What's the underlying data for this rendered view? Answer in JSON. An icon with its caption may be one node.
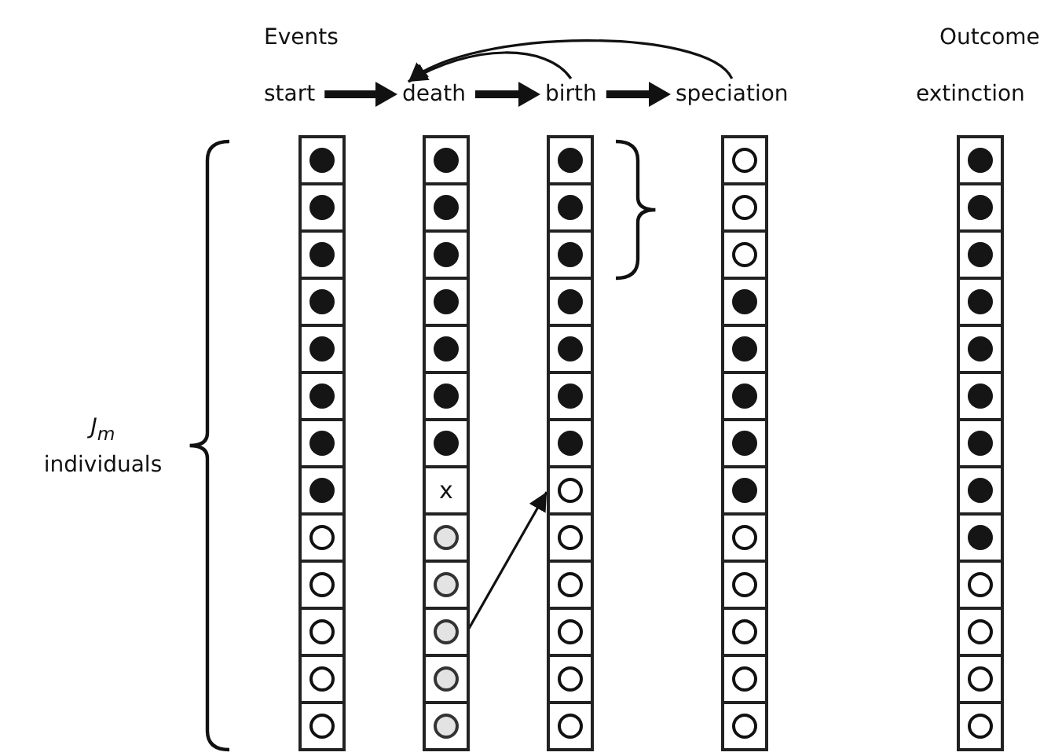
{
  "diagram": {
    "nodes": [
      {
        "text": [
          "start"
        ]
      },
      {
        "text": [
          "death"
        ]
      },
      {
        "text": [
          "birth"
        ]
      },
      {
        "text": [
          "speciation"
        ]
      },
      {
        "text": [
          "extinction"
        ]
      },
      {
        "text": [],
        "shape": "bar"
      },
      {
        "text": [],
        "shape": "bar"
      },
      {
        "text": [],
        "shape": "bar"
      },
      {
        "text": [],
        "shape": "bar"
      },
      {
        "text": [],
        "shape": "bar"
      },
      {
        "text": [],
        "shape": "circle",
        "in": 5
      },
      {
        "text": [],
        "shape": "circle",
        "in": 5
      },
      {
        "text": [],
        "shape": "circle",
        "in": 5
      },
      {
        "text": [],
        "shape": "circle",
        "in": 5
      },
      {
        "text": [],
        "shape": "circle",
        "in": 5
      },
      {
        "text": [],
        "shape": "circle",
        "in": 5
      },
      {
        "text": [],
        "shape": "circle",
        "in": 5
      },
      {
        "text": [],
        "shape": "circle",
        "in": 5
      },
      {
        "text": [],
        "shape": "circle",
        "in": 5
      },
      {
        "text": [],
        "shape": "circle",
        "in": 5
      },
      {
        "text": [],
        "shape": "circle",
        "in": 5
      },
      {
        "text": [],
        "shape": "circle",
        "in": 5
      },
      {
        "text": [],
        "shape": "circle",
        "in": 5
      },
      {
        "text": [],
        "shape": "circle",
        "in": 6
      },
      {
        "text": [],
        "shape": "circle",
        "in": 6
      },
      {
        "text": [],
        "shape": "circle",
        "in": 6
      },
      {
        "text": [],
        "shape": "circle",
        "in": 6
      },
      {
        "text": [],
        "shape": "circle",
        "in": 6
      },
      {
        "text": [],
        "shape": "circle",
        "in": 6
      },
      {
        "text": [],
        "shape": "circle",
        "in": 6
      },
      {
        "text": [
          "x"
        ],
        "in": 6
      },
      {
        "text": [],
        "shape": "circle",
        "in": 6
      },
      {
        "text": [],
        "shape": "circle",
        "in": 6
      },
      {
        "text": [],
        "shape": "circle",
        "in": 6
      },
      {
        "text": [],
        "shape": "circle",
        "in": 6
      },
      {
        "text": [],
        "shape": "circle",
        "in": 6
      },
      {
        "text": [],
        "shape": "circle",
        "in": 7
      },
      {
        "text": [],
        "shape": "circle",
        "in": 7
      },
      {
        "text": [],
        "shape": "circle",
        "in": 7
      },
      {
        "text": [],
        "shape": "circle",
        "in": 7
      },
      {
        "text": [],
        "shape": "circle",
        "in": 7
      },
      {
        "text": [],
        "shape": "circle",
        "in": 7
      },
      {
        "text": [],
        "shape": "circle",
        "in": 7
      },
      {
        "text": [],
        "shape": "circle",
        "in": 7
      },
      {
        "text": [],
        "shape": "circle",
        "in": 7
      },
      {
        "text": [],
        "shape": "circle",
        "in": 7
      },
      {
        "text": [],
        "shape": "circle",
        "in": 7
      },
      {
        "text": [],
        "shape": "circle",
        "in": 7
      },
      {
        "text": [],
        "shape": "circle",
        "in": 7
      },
      {
        "text": [],
        "shape": "circle",
        "in": 8
      },
      {
        "text": [],
        "shape": "circle",
        "in": 8
      },
      {
        "text": [],
        "shape": "circle",
        "in": 8
      },
      {
        "text": [],
        "shape": "circle",
        "in": 8
      },
      {
        "text": [],
        "shape": "circle",
        "in": 8
      },
      {
        "text": [],
        "shape": "circle",
        "in": 8
      },
      {
        "text": [],
        "shape": "circle",
        "in": 8
      },
      {
        "text": [],
        "shape": "circle",
        "in": 8
      },
      {
        "text": [],
        "shape": "circle",
        "in": 8
      },
      {
        "text": [],
        "shape": "circle",
        "in": 8
      },
      {
        "text": [],
        "shape": "circle",
        "in": 8
      },
      {
        "text": [],
        "shape": "circle",
        "in": 8
      },
      {
        "text": [],
        "shape": "circle",
        "in": 8
      },
      {
        "text": [],
        "shape": "circle",
        "in": 9
      },
      {
        "text": [],
        "shape": "circle",
        "in": 9
      },
      {
        "text": [],
        "shape": "circle",
        "in": 9
      },
      {
        "text": [],
        "shape": "circle",
        "in": 9
      },
      {
        "text": [],
        "shape": "circle",
        "in": 9
      },
      {
        "text": [],
        "shape": "circle",
        "in": 9
      },
      {
        "text": [],
        "shape": "circle",
        "in": 9
      },
      {
        "text": [],
        "shape": "circle",
        "in": 9
      },
      {
        "text": [],
        "shape": "circle",
        "in": 9
      },
      {
        "text": [],
        "shape": "circle",
        "in": 9
      },
      {
        "text": [],
        "shape": "circle",
        "in": 9
      },
      {
        "text": [],
        "shape": "circle",
        "in": 9
      },
      {
        "text": [],
        "shape": "circle",
        "in": 9
      }
    ],
    "edges": [
      {
        "from": 0,
        "to": 1,
        "arrow": "to",
        "style": "thick"
      },
      {
        "from": 1,
        "to": 2,
        "arrow": "to",
        "style": "thick"
      },
      {
        "from": 2,
        "to": 3,
        "arrow": "to",
        "style": "thick"
      },
      {
        "from": 2,
        "to": 1,
        "arrow": "to"
      },
      {
        "from": 3,
        "to": 1,
        "arrow": "to"
      },
      {
        "from": 33,
        "to": 43,
        "arrow": "to"
      }
    ],
    "labels": [
      "Events",
      "Outcome",
      "*J*$_{m}$ individuals"
    ]
  }
}
